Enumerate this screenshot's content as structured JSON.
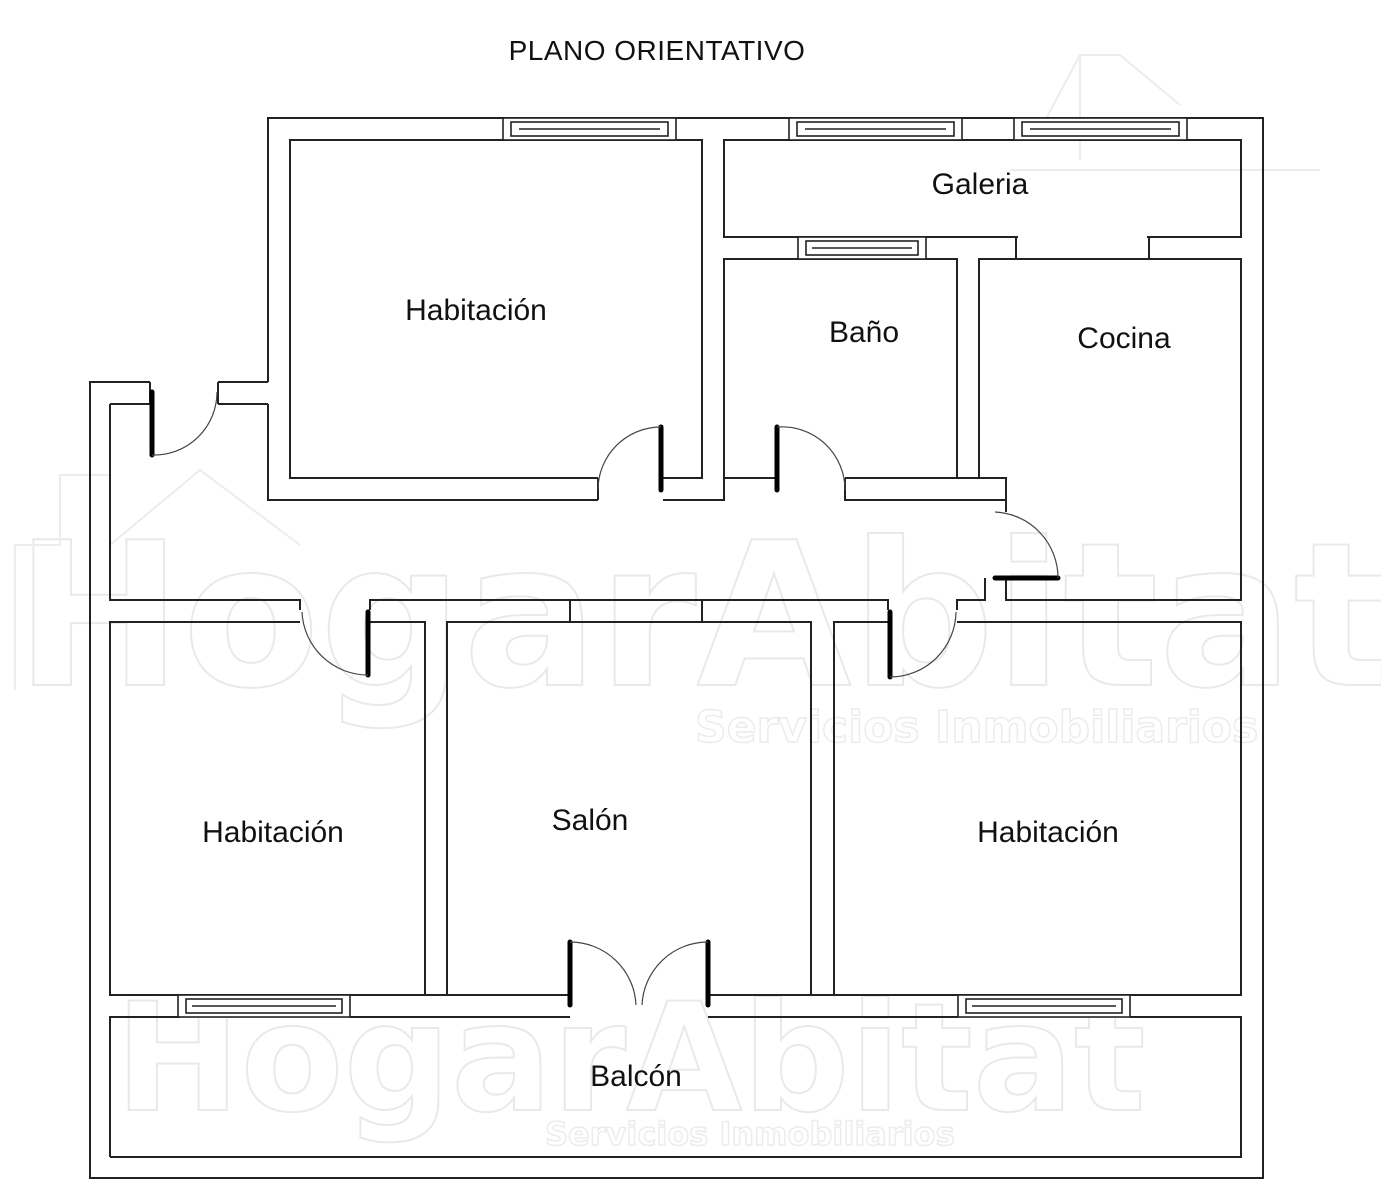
{
  "title": "PLANO ORIENTATIVO",
  "watermark": {
    "brand": "HogarAbitat",
    "tagline": "Servicios Inmobiliarios"
  },
  "rooms": {
    "habitacion_top": "Habitación",
    "galeria": "Galeria",
    "bano": "Baño",
    "cocina": "Cocina",
    "habitacion_left": "Habitación",
    "salon": "Salón",
    "habitacion_right": "Habitación",
    "balcon": "Balcón"
  },
  "colors": {
    "wall": "#222222",
    "background": "#ffffff",
    "watermark": "#e9e9e9"
  }
}
